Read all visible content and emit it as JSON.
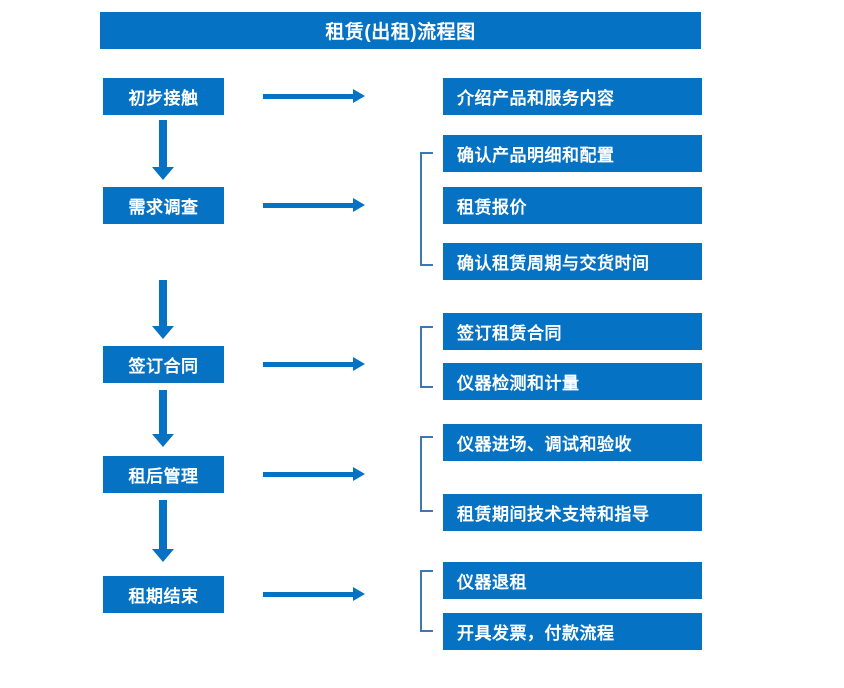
{
  "title": "租赁(出租)流程图",
  "colors": {
    "box_fill": "#0672c4",
    "box_text": "#ffffff",
    "arrow": "#0672c4",
    "bracket": "#3c78b4",
    "background": "#ffffff"
  },
  "stages": [
    {
      "label": "初步接触"
    },
    {
      "label": "需求调查"
    },
    {
      "label": "签订合同"
    },
    {
      "label": "租后管理"
    },
    {
      "label": "租期结束"
    }
  ],
  "details": [
    {
      "label": "介绍产品和服务内容"
    },
    {
      "label": "确认产品明细和配置"
    },
    {
      "label": "租赁报价"
    },
    {
      "label": "确认租赁周期与交货时间"
    },
    {
      "label": "签订租赁合同"
    },
    {
      "label": "仪器检测和计量"
    },
    {
      "label": "仪器进场、调试和验收"
    },
    {
      "label": "租赁期间技术支持和指导"
    },
    {
      "label": "仪器退租"
    },
    {
      "label": "开具发票，付款流程"
    }
  ],
  "groups": [
    {
      "name": "requirement-group"
    },
    {
      "name": "contract-group"
    },
    {
      "name": "post-rental-group"
    },
    {
      "name": "end-of-term-group"
    }
  ]
}
